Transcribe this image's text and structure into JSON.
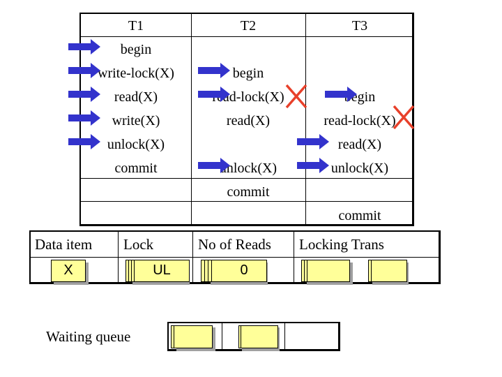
{
  "schedule": {
    "headers": [
      "T1",
      "T2",
      "T3"
    ],
    "t1": [
      "begin",
      "write-lock(X)",
      "read(X)",
      "write(X)",
      "unlock(X)",
      "commit"
    ],
    "t2": [
      "begin",
      "read-lock(X)",
      "read(X)",
      "unlock(X)",
      "commit"
    ],
    "t3": [
      "begin",
      "read-lock(X)",
      "read(X)",
      "unlock(X)",
      "commit"
    ]
  },
  "lock_table": {
    "headers": [
      "Data item",
      "Lock",
      "No of Reads",
      "Locking Trans"
    ],
    "data_item": "X",
    "lock": "UL",
    "no_of_reads": "0"
  },
  "waiting_queue_label": "Waiting queue",
  "colors": {
    "arrow": "#3333cc",
    "cross": "#e8402a",
    "box": "#ffff99"
  },
  "icons": [
    "arrow-right-icon",
    "cross-icon"
  ]
}
